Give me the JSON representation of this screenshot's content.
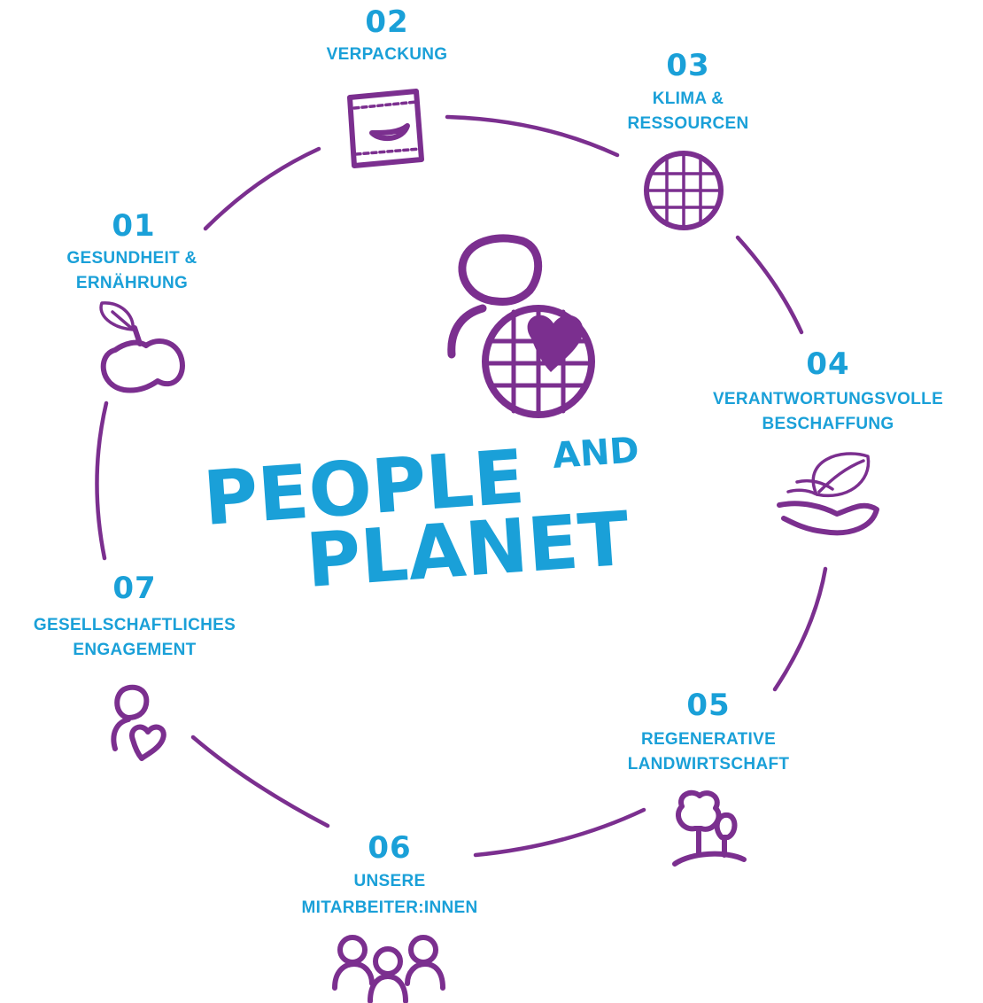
{
  "colors": {
    "accent": "#1aa0d8",
    "brand": "#7b2f8f",
    "background": "#ffffff"
  },
  "center": {
    "title_line1": "PEOPLE",
    "title_and": "AND",
    "title_line2": "PLANET",
    "icon": "person-globe-heart-icon"
  },
  "segments": [
    {
      "number": "01",
      "label_lines": [
        "GESUNDHEIT &",
        "ERNÄHRUNG"
      ],
      "icon": "apple-icon"
    },
    {
      "number": "02",
      "label_lines": [
        "VERPACKUNG"
      ],
      "icon": "package-icon"
    },
    {
      "number": "03",
      "label_lines": [
        "KLIMA &",
        "RESSOURCEN"
      ],
      "icon": "globe-icon"
    },
    {
      "number": "04",
      "label_lines": [
        "VERANTWORTUNGSVOLLE",
        "BESCHAFFUNG"
      ],
      "icon": "hand-leaf-icon"
    },
    {
      "number": "05",
      "label_lines": [
        "REGENERATIVE",
        "LANDWIRTSCHAFT"
      ],
      "icon": "trees-icon"
    },
    {
      "number": "06",
      "label_lines": [
        "UNSERE",
        "MITARBEITER:INNEN"
      ],
      "icon": "people-group-icon"
    },
    {
      "number": "07",
      "label_lines": [
        "GESELLSCHAFTLICHES",
        "ENGAGEMENT"
      ],
      "icon": "person-heart-icon"
    }
  ]
}
